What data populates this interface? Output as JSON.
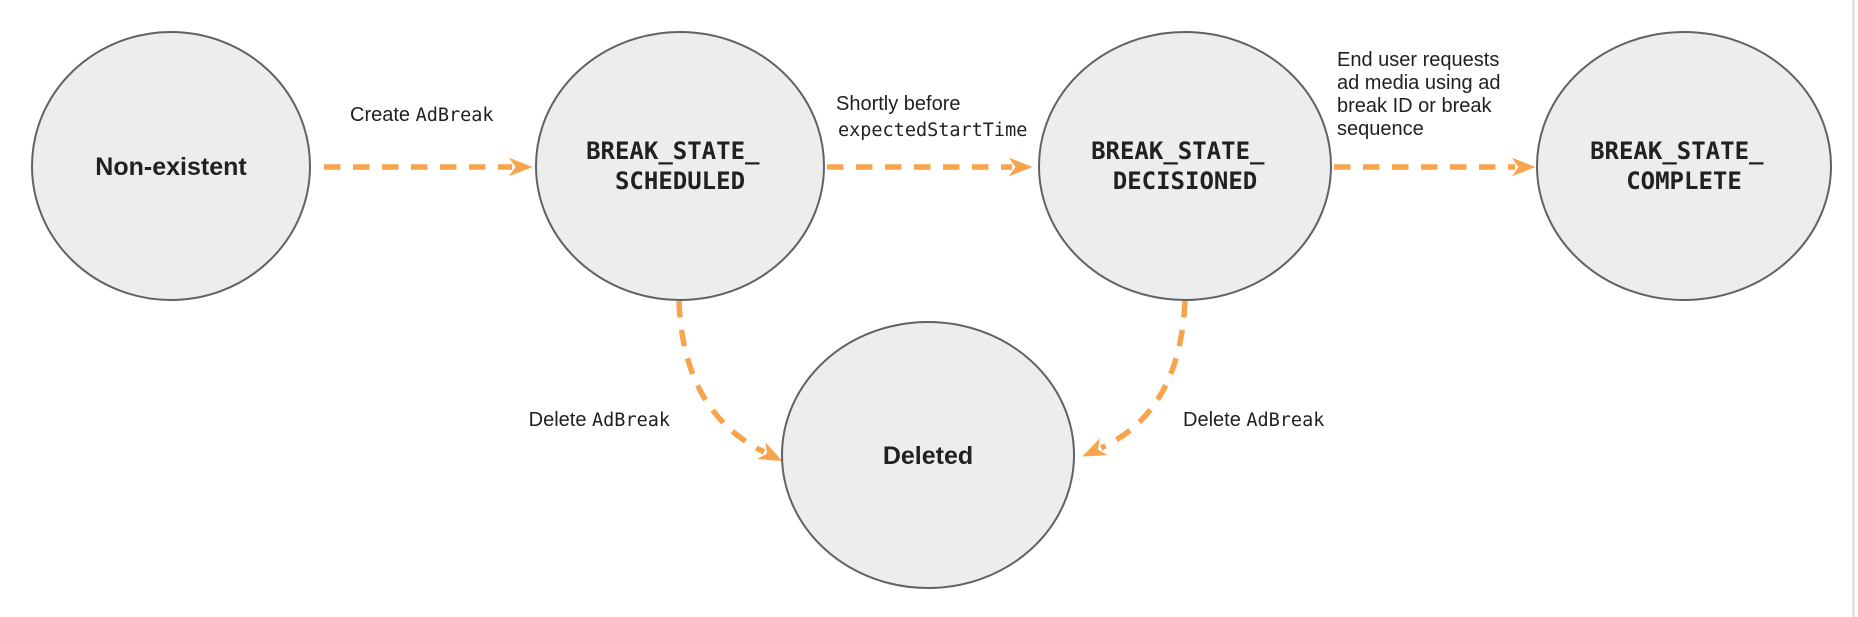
{
  "colors": {
    "node_fill": "#ededed",
    "node_stroke": "#5f6368",
    "arrow": "#f7a44c",
    "text": "#202124",
    "edge_border": "#d9d9d9"
  },
  "nodes": [
    {
      "id": "non-existent",
      "label": "Non-existent"
    },
    {
      "id": "break-state-scheduled",
      "label": "BREAK_STATE_SCHEDULED",
      "line1": "BREAK_STATE_",
      "line2": "SCHEDULED"
    },
    {
      "id": "break-state-decisioned",
      "label": "BREAK_STATE_DECISIONED",
      "line1": "BREAK_STATE_",
      "line2": "DECISIONED"
    },
    {
      "id": "break-state-complete",
      "label": "BREAK_STATE_COMPLETE",
      "line1": "BREAK_STATE_",
      "line2": "COMPLETE"
    },
    {
      "id": "deleted",
      "label": "Deleted"
    }
  ],
  "transitions": [
    {
      "from": "non-existent",
      "to": "break-state-scheduled",
      "label_text": "Create ",
      "label_code": "AdBreak"
    },
    {
      "from": "break-state-scheduled",
      "to": "break-state-decisioned",
      "label_text": "Shortly before",
      "label_code": "expectedStartTime"
    },
    {
      "from": "break-state-decisioned",
      "to": "break-state-complete",
      "label_lines": [
        "End user requests",
        "ad media using ad",
        "break ID or break",
        "sequence"
      ]
    },
    {
      "from": "break-state-scheduled",
      "to": "deleted",
      "label_text": "Delete ",
      "label_code": "AdBreak"
    },
    {
      "from": "break-state-decisioned",
      "to": "deleted",
      "label_text": "Delete ",
      "label_code": "AdBreak"
    }
  ]
}
